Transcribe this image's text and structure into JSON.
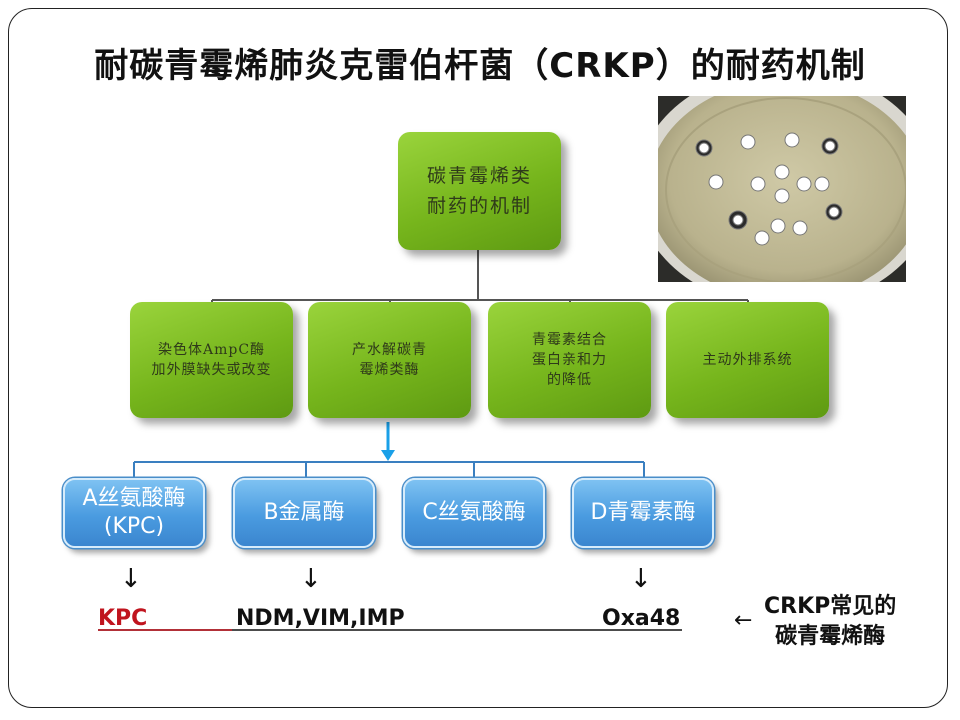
{
  "title": "耐碳青霉烯肺炎克雷伯杆菌（CRKP）的耐药机制",
  "diagram": {
    "root": {
      "line1": "碳青霉烯类",
      "line2": "耐药的机制"
    },
    "mechanisms": [
      {
        "line1": "染色体AmpC酶",
        "line2": "加外膜缺失或改变",
        "line3": ""
      },
      {
        "line1": "产水解碳青",
        "line2": "霉烯类酶",
        "line3": ""
      },
      {
        "line1": "青霉素结合",
        "line2": "蛋白亲和力",
        "line3": "的降低"
      },
      {
        "line1": "主动外排系统",
        "line2": "",
        "line3": ""
      }
    ],
    "enzyme_classes": [
      {
        "line1": "A丝氨酸酶",
        "line2": "(KPC)"
      },
      {
        "line1": "B金属酶",
        "line2": ""
      },
      {
        "line1": "C丝氨酸酶",
        "line2": ""
      },
      {
        "line1": "D青霉素酶",
        "line2": ""
      }
    ],
    "enzymes": {
      "kpc": "KPC",
      "metallo": "NDM,VIM,IMP",
      "oxa": "Oxa48"
    },
    "note": {
      "line1": "CRKP常见的",
      "line2": "碳青霉烯酶"
    }
  },
  "colors": {
    "green_box": "#76b51c",
    "blue_box": "#4a9be0",
    "kpc_red": "#c0141e",
    "connector": "#555555",
    "highlight_arrow": "#1aa0e8"
  },
  "icons": {
    "down_arrow": "↓",
    "left_arrow": "←"
  }
}
